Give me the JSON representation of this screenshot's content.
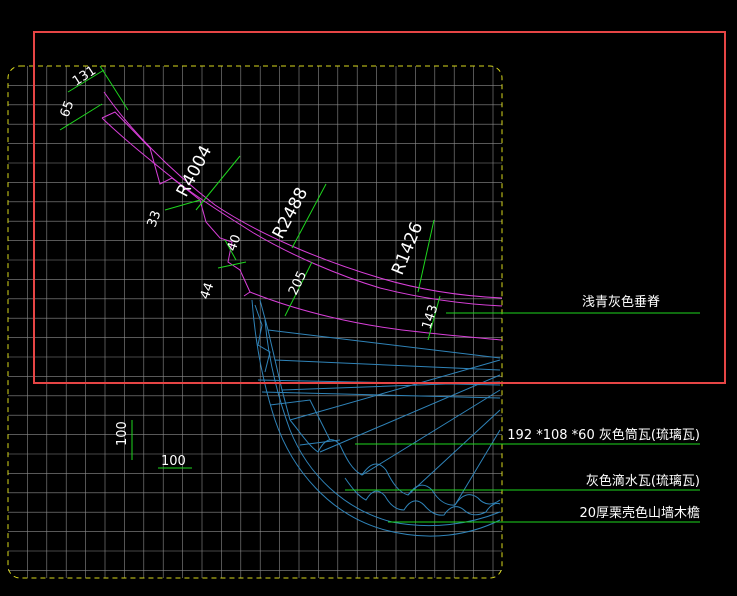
{
  "colors": {
    "background": "#000000",
    "grid": "#8c8c8c",
    "border": "#d9d91c",
    "selection": "#e64545",
    "ridge": "#d93fd9",
    "dimension": "#1ed61e",
    "tile": "#2f83b8",
    "text": "#ffffff"
  },
  "dimensions": {
    "d131": "131",
    "d65": "65",
    "d33": "33",
    "d40": "40",
    "d44": "44",
    "d205": "205",
    "d143": "143",
    "d100_vertical": "100",
    "d100_horizontal": "100"
  },
  "radii": {
    "r4004": "R4004",
    "r2488": "R2488",
    "r1426": "R1426"
  },
  "labels": {
    "ridge_label": "浅青灰色垂脊",
    "tube_tile_label": "192 *108 *60 灰色筒瓦(琉璃瓦)",
    "drip_tile_label": "灰色滴水瓦(琉璃瓦)",
    "fascia_label": "20厚栗壳色山墙木檐"
  }
}
